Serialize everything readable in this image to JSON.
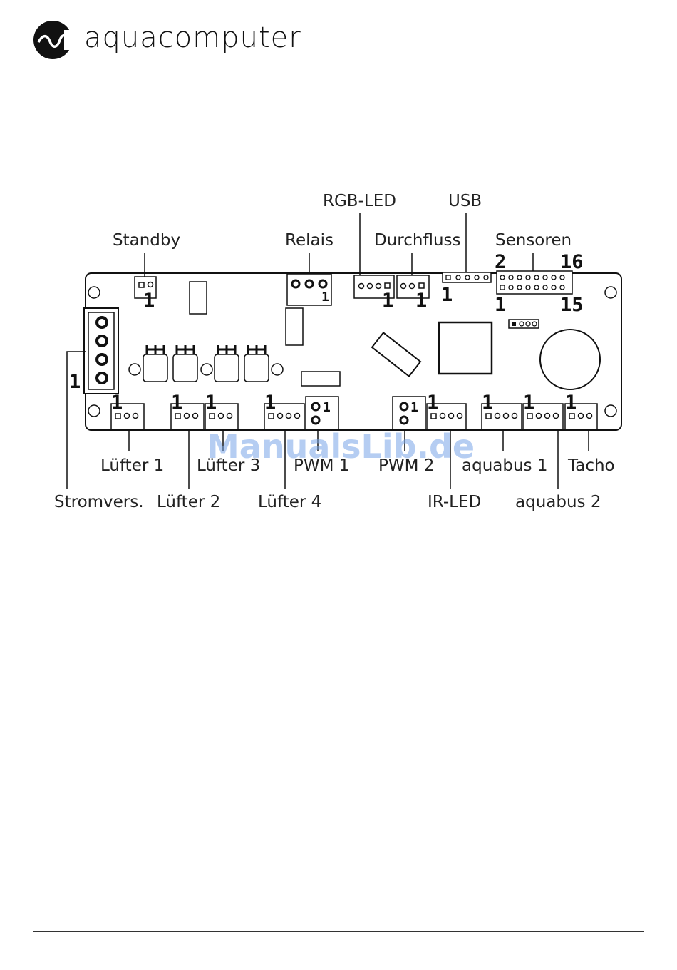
{
  "brand": {
    "name": "aquacomputer"
  },
  "watermark": "ManualsLib.de",
  "labels_top": {
    "rgb_led": "RGB-LED",
    "usb": "USB",
    "standby": "Standby",
    "relais": "Relais",
    "durchfluss": "Durchfluss",
    "sensoren": "Sensoren"
  },
  "labels_bottom": {
    "luefter1": "Lüfter 1",
    "luefter3": "Lüfter 3",
    "pwm1": "PWM 1",
    "pwm2": "PWM 2",
    "aquabus1": "aquabus 1",
    "tacho": "Tacho",
    "stromvers": "Stromvers.",
    "luefter2": "Lüfter 2",
    "luefter4": "Lüfter 4",
    "ir_led": "IR-LED",
    "aquabus2": "aquabus 2"
  },
  "pins": {
    "one": "1",
    "two": "2",
    "sixteen": "16",
    "fifteen": "15"
  },
  "colors": {
    "line": "#111111",
    "watermark": "#7aa6e8"
  }
}
